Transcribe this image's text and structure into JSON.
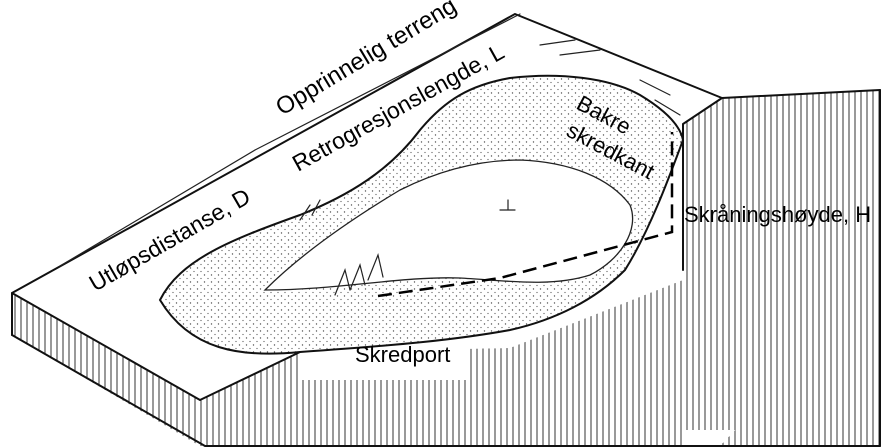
{
  "labels": {
    "original_terrain": "Opprinnelig terreng",
    "retrogression_length": "Retrogresjonslengde, L",
    "runout_distance": "Utløpsdistanse, D",
    "back_scarp_line1": "Bakre",
    "back_scarp_line2": "skredkant",
    "slope_height": "Skråningshøyde, H",
    "slide_gate": "Skredport"
  },
  "colors": {
    "line": "#111111",
    "background": "#ffffff",
    "stipple": "#555555"
  }
}
